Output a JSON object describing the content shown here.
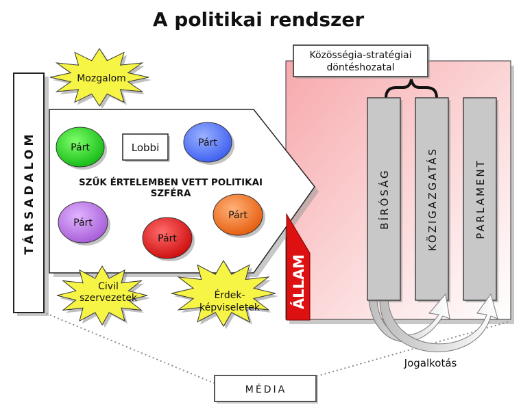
{
  "title": "A politikai rendszer",
  "society": {
    "label": "TÁRSADALOM"
  },
  "political_sphere": {
    "label_line1": "SZŰK ÉRTELEMBEN VETT POLITIKAI",
    "label_line2": "SZFÉRA",
    "lobby": "Lobbi",
    "parties": [
      {
        "label": "Párt",
        "color": "#22cc22"
      },
      {
        "label": "Párt",
        "color": "#4a6cf0"
      },
      {
        "label": "Párt",
        "color": "#b66ce0"
      },
      {
        "label": "Párt",
        "color": "#dd1111"
      },
      {
        "label": "Párt",
        "color": "#f06010"
      }
    ]
  },
  "movements": {
    "mozgalom": "Mozgalom",
    "civil_line1": "Civil",
    "civil_line2": "szervezetek",
    "erdek_line1": "Érdek-",
    "erdek_line2": "képviseletek"
  },
  "state": {
    "label": "ÁLLAM",
    "decision_line1": "Közösségia-stratégiai",
    "decision_line2": "döntéshozatal",
    "branches": [
      "BÍRÓSÁG",
      "KÖZIGAZGATÁS",
      "PARLAMENT"
    ],
    "lawmaking": "Jogalkotás"
  },
  "media": {
    "label": "MÉDIA"
  },
  "colors": {
    "star_fill": "#f6f445",
    "state_red": "#dd1111",
    "column_gray": "#c8c8c8"
  }
}
